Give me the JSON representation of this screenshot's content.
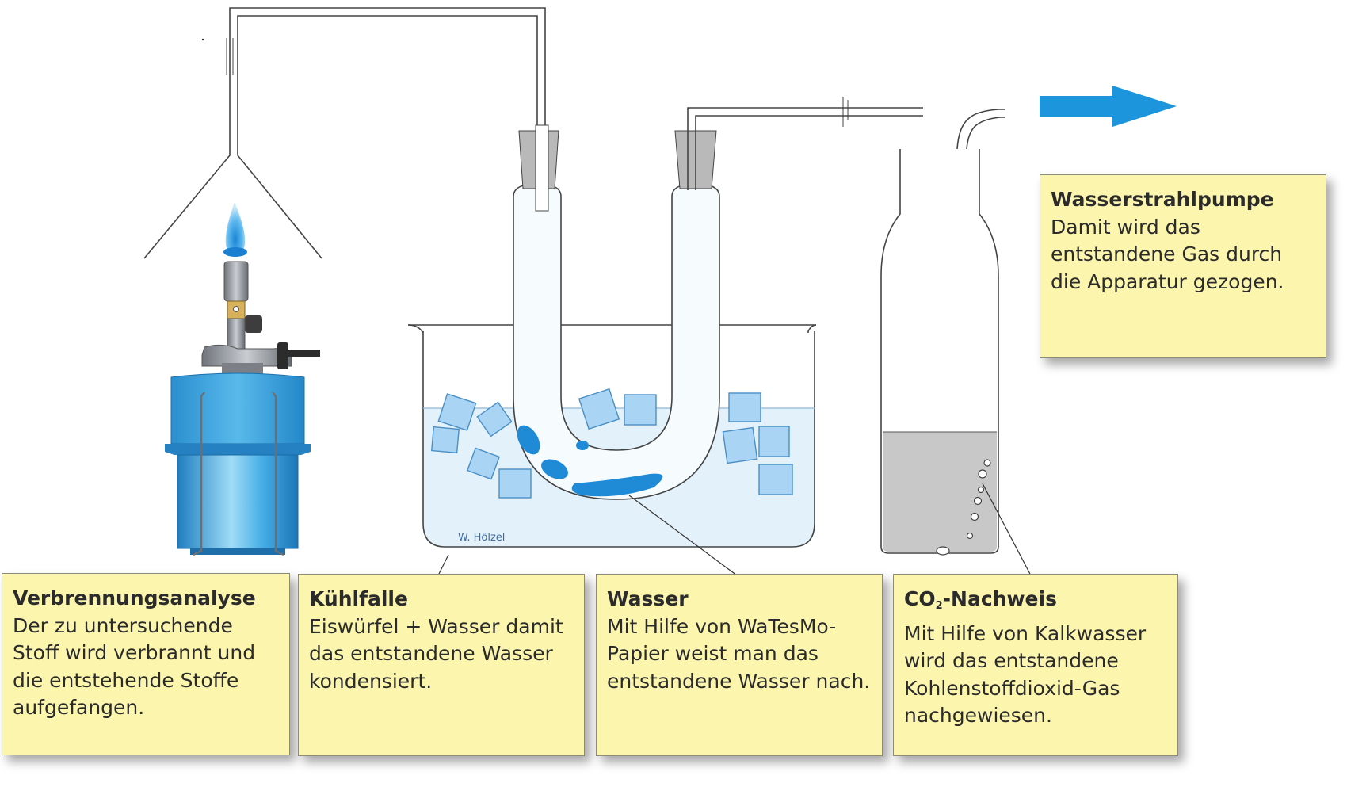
{
  "notes": {
    "combustion": {
      "title": "Verbrennungsanalyse",
      "body": "Der zu untersuchende Stoff wird verbrannt und die entstehende Stoffe aufgefangen."
    },
    "cold_trap": {
      "title": "Kühlfalle",
      "body": "Eiswürfel + Wasser damit das entstandene Wasser kondensiert."
    },
    "water": {
      "title": "Wasser",
      "body": "Mit Hilfe von WaTesMo-Papier weist man das entstandene Wasser nach."
    },
    "co2": {
      "title_prefix": "CO",
      "title_subscript": "2",
      "title_suffix": "-Nachweis",
      "body": "Mit Hilfe von Kalkwasser wird das entstandene Kohlenstoffdioxid-Gas nachgewiesen."
    },
    "pump": {
      "title": "Wasserstrahlpumpe",
      "body": "Damit wird das entstandene Gas durch die Apparatur gezogen."
    }
  },
  "signature": "W. Hölzel",
  "colors": {
    "note_fill": "#fbf5ae",
    "water": "#dceef9",
    "ice": "#a9d4f3",
    "droplet": "#1f8bd6",
    "limewater": "#c8c8c8",
    "arrow": "#1c95dc",
    "burner_blue": "#2f9fdd",
    "flame": "#7cc6f0"
  }
}
